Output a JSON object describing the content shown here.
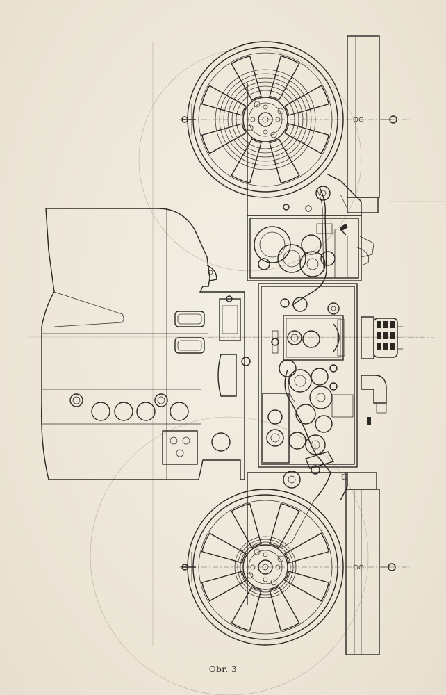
{
  "caption": "Obr. 3",
  "colors": {
    "paper": "#efe9dd",
    "ink": "#2b2723",
    "faint": "#b8ad9a"
  },
  "parts": [
    "upper-film-reel",
    "lower-film-reel",
    "upper-fire-trap",
    "lower-fire-trap",
    "upper-reel-arm",
    "lower-reel-arm",
    "lamp-house",
    "film-gate",
    "projection-lens",
    "sprocket-mechanism",
    "drive-motor"
  ]
}
